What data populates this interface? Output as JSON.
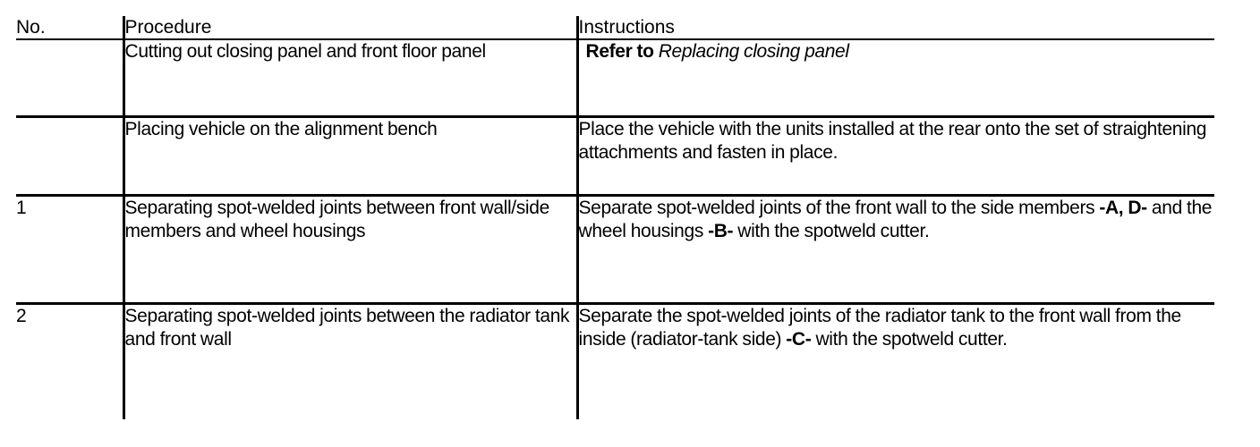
{
  "document": {
    "type": "procedure-table",
    "columns": [
      "No.",
      "Procedure",
      "Instructions"
    ]
  },
  "table": {
    "headers": {
      "no": "No.",
      "procedure": "Procedure",
      "instructions": "Instructions"
    },
    "rows": [
      {
        "no": "",
        "procedure": "Cutting out closing panel and front floor panel",
        "instructions_parts": [
          {
            "text": "Refer to ",
            "style": "bold"
          },
          {
            "text": "Replacing closing panel",
            "style": "italic"
          }
        ],
        "instructions_plain": "Refer to Replacing closing panel",
        "indent": true
      },
      {
        "no": "",
        "procedure": "Placing vehicle on the alignment bench",
        "instructions_parts": [
          {
            "text": "Place the vehicle with the units installed at the rear onto the set of straightening attachments and fasten in place.",
            "style": "normal"
          }
        ],
        "instructions_plain": "Place the vehicle with the units installed at the rear onto the set of straightening attachments and fasten in place.",
        "indent": false
      },
      {
        "no": "1",
        "procedure": "Separating spot-welded joints between front wall/side members and wheel housings",
        "instructions_parts": [
          {
            "text": "Separate spot-welded joints of the front wall to the side members ",
            "style": "normal"
          },
          {
            "text": "-A, D-",
            "style": "bold"
          },
          {
            "text": " and the wheel housings ",
            "style": "normal"
          },
          {
            "text": "-B-",
            "style": "bold"
          },
          {
            "text": " with the spotweld cutter.",
            "style": "normal"
          }
        ],
        "instructions_plain": "Separate spot-welded joints of the front wall to the side members -A, D- and the wheel housings -B- with the spotweld cutter.",
        "indent": false
      },
      {
        "no": "2",
        "procedure": "Separating spot-welded joints between the radiator tank and front wall",
        "instructions_parts": [
          {
            "text": "Separate the spot-welded joints of the radiator tank to the front wall from the inside (radiator-tank side) ",
            "style": "normal"
          },
          {
            "text": "-C-",
            "style": "bold"
          },
          {
            "text": " with the spotweld cutter.",
            "style": "normal"
          }
        ],
        "instructions_plain": "Separate the spot-welded joints of the radiator tank to the front wall from the inside (radiator-tank side) -C- with the spotweld cutter.",
        "indent": false
      }
    ]
  },
  "style": {
    "text_color": "#000000",
    "background_color": "#ffffff",
    "rule_color": "#000000"
  }
}
